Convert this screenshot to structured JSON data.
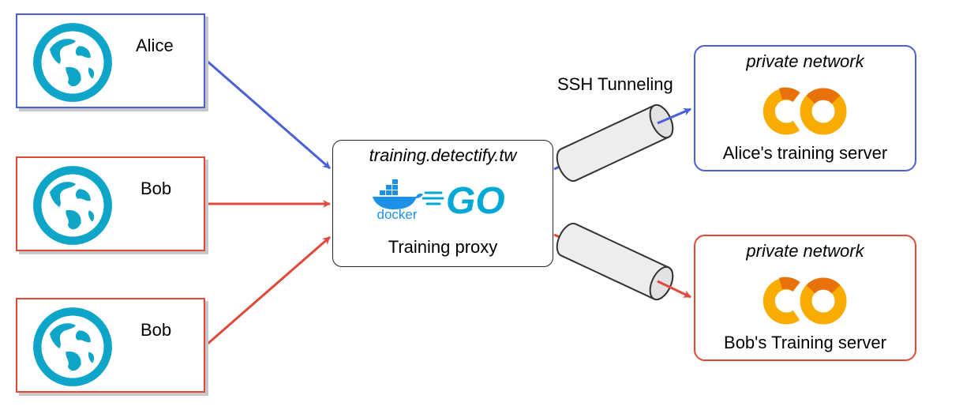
{
  "clients": [
    {
      "name": "Alice",
      "icon": "globe-icon"
    },
    {
      "name": "Bob",
      "icon": "globe-icon"
    },
    {
      "name": "Bob",
      "icon": "globe-icon"
    }
  ],
  "proxy": {
    "host": "training.detectify.tw",
    "label": "Training proxy",
    "docker_text": "docker",
    "go_text": "GO"
  },
  "tunnel": {
    "label": "SSH Tunneling"
  },
  "servers": [
    {
      "network": "private network",
      "name": "Alice's training server",
      "icon": "colab-icon"
    },
    {
      "network": "private network",
      "name": "Bob's Training server",
      "icon": "colab-icon"
    }
  ],
  "colors": {
    "alice_blue": "#4a5fd8",
    "bob_red": "#e0483a",
    "globe_teal": "#0ea5c8",
    "docker_blue": "#1d91e6",
    "go_cyan": "#00a8d6",
    "colab_orange": "#f29b0a",
    "colab_yellow": "#f9ab00"
  }
}
